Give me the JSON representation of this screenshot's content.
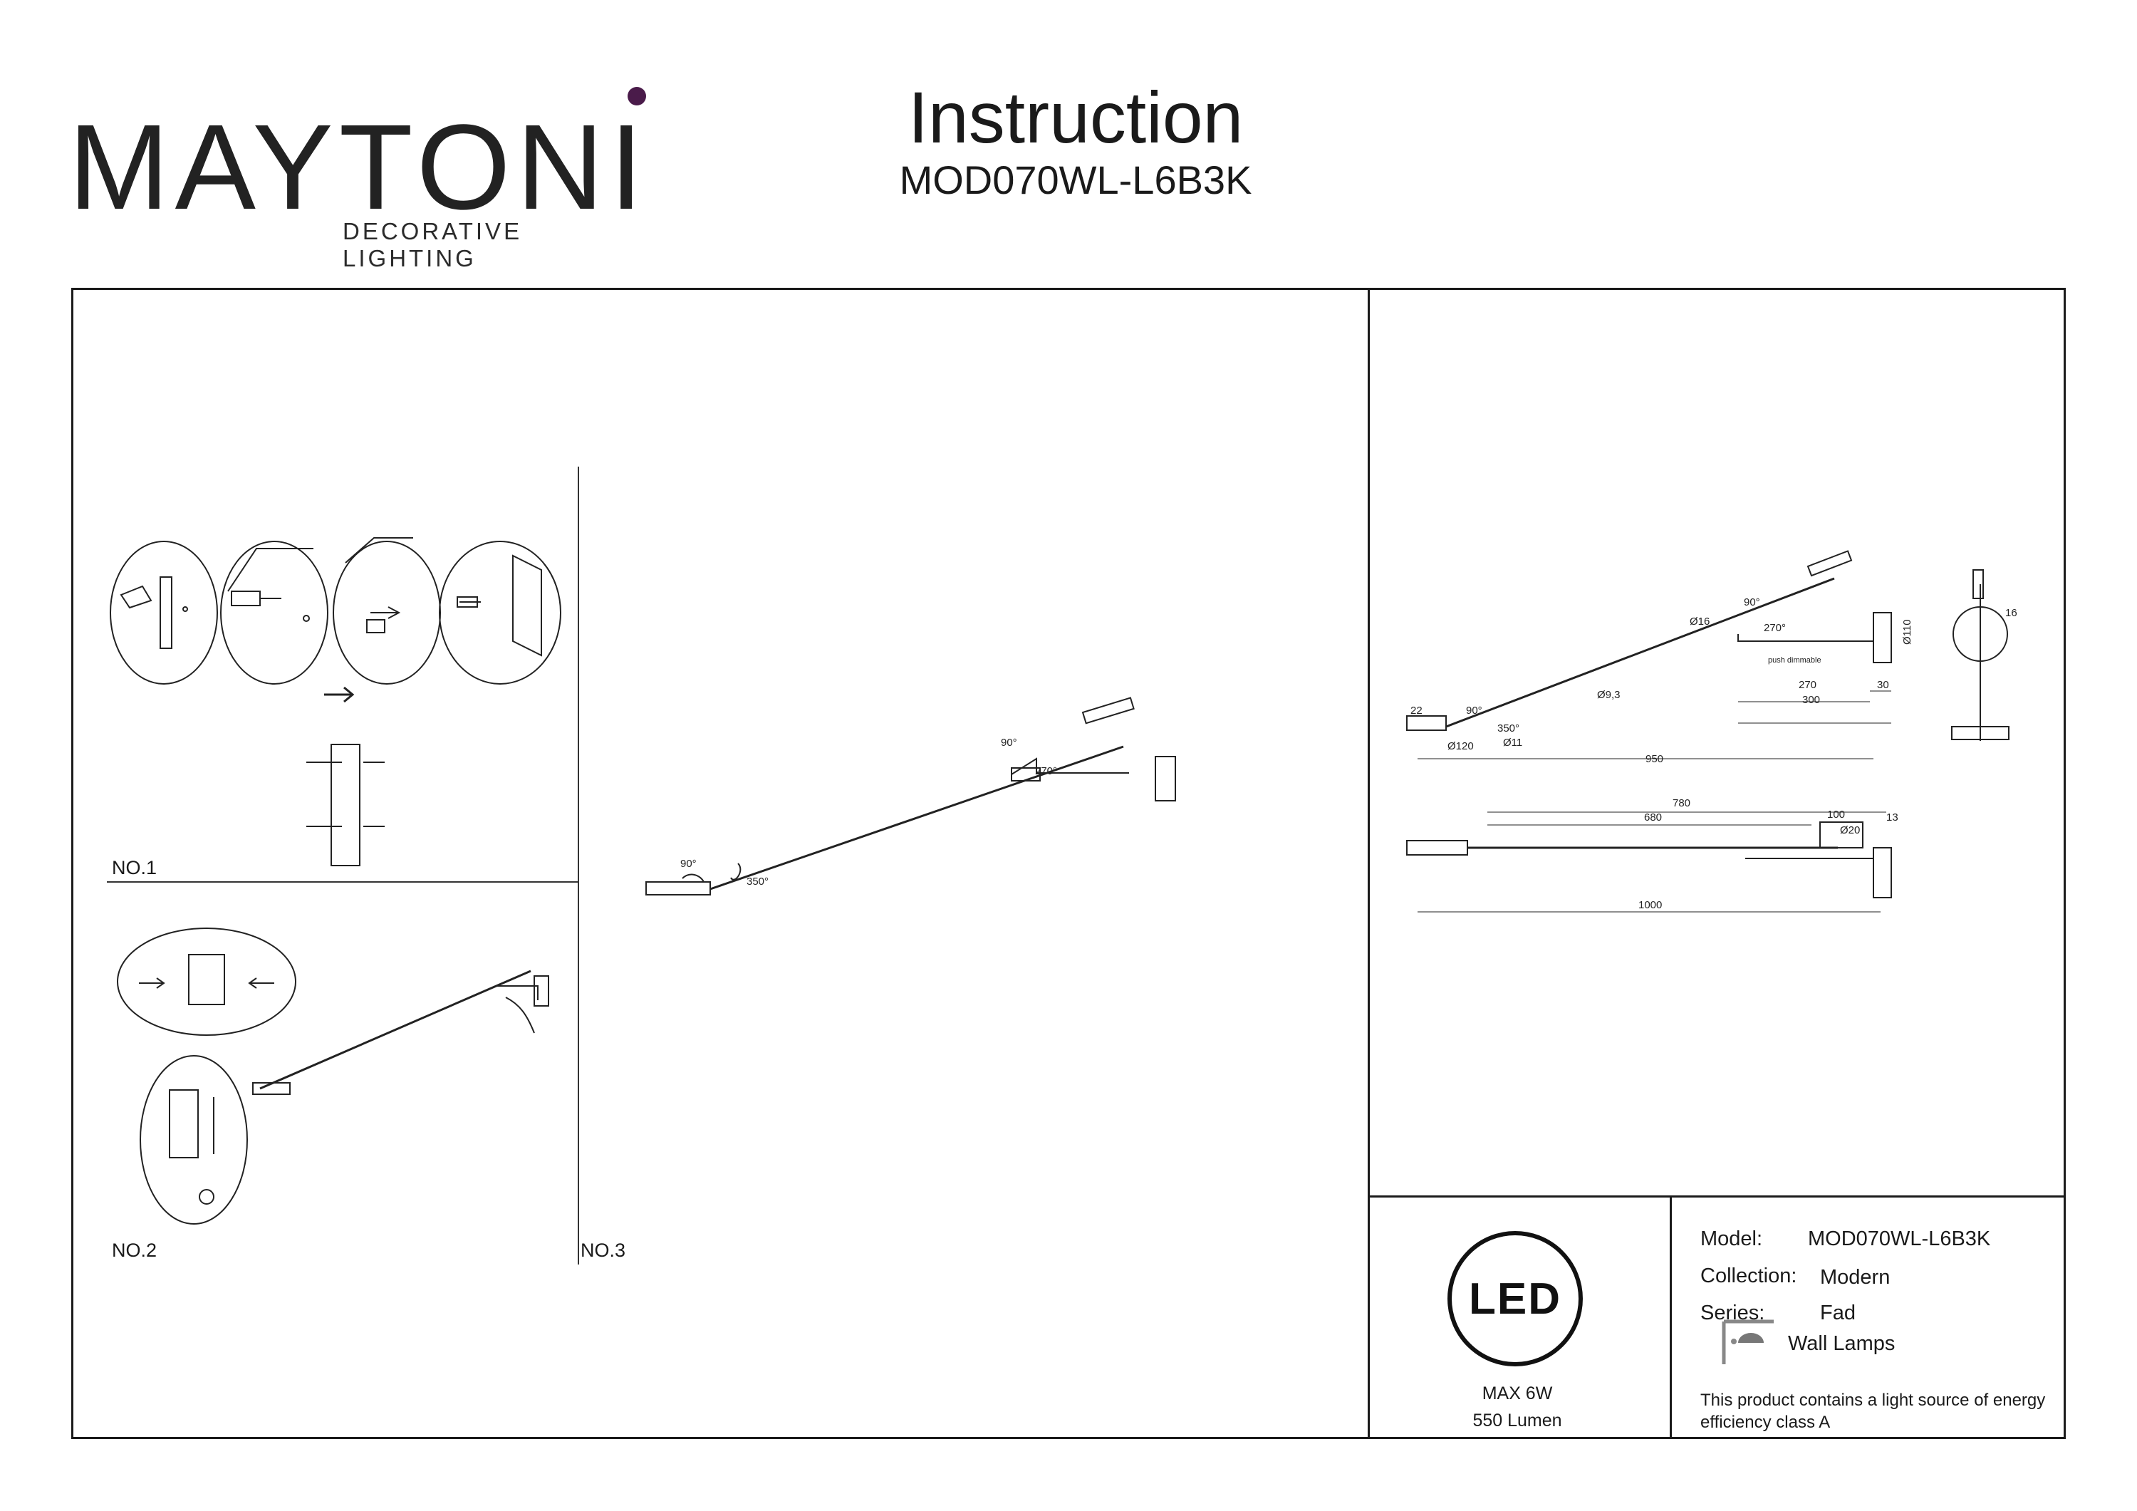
{
  "header": {
    "brand": "MAYTONI",
    "brand_tagline": "DECORATIVE LIGHTING",
    "title": "Instruction",
    "model": "MOD070WL-L6B3K"
  },
  "steps": [
    {
      "label": "NO.1"
    },
    {
      "label": "NO.2"
    },
    {
      "label": "NO.3"
    }
  ],
  "rotation_labels": {
    "arm_top": "90°",
    "base_swivel": "270°",
    "head_tilt": "90°",
    "head_rotate": "350°"
  },
  "dimensions": {
    "d16": "Ø16",
    "a90": "90°",
    "a270": "270°",
    "push": "push dimmable",
    "d110": "Ø110",
    "d93": "Ø9,3",
    "w22": "22",
    "a90b": "90°",
    "a350": "350°",
    "d11": "Ø11",
    "d120": "Ø120",
    "w270": "270",
    "w30": "30",
    "w300": "300",
    "w950": "950",
    "w16": "16",
    "w780": "780",
    "w680": "680",
    "w100": "100",
    "d20": "Ø20",
    "w13": "13",
    "w1000": "1000"
  },
  "spec": {
    "led_label": "LED",
    "max_power": "MAX 6W",
    "lumen": "550 Lumen",
    "model_label": "Model:",
    "model_value": "MOD070WL-L6B3K",
    "collection_label": "Collection:",
    "collection_value": "Modern",
    "series_label": "Series:",
    "series_value": "Fad",
    "type_value": "Wall Lamps",
    "energy_note": "This product contains a light source of energy efficiency class A"
  }
}
